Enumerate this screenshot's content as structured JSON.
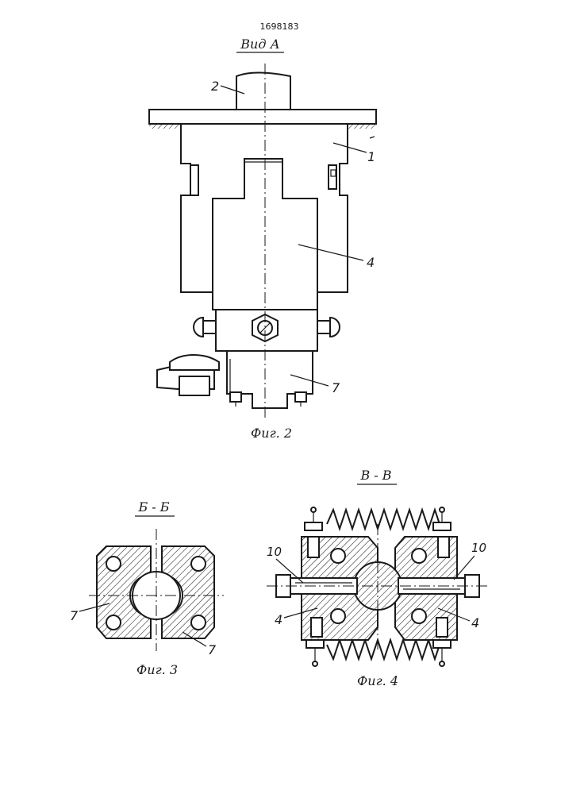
{
  "patent_number": "1698183",
  "figure_2": {
    "view_label": "Вид А",
    "caption": "Фиг. 2",
    "callouts": [
      "2",
      "1",
      "4",
      "7"
    ]
  },
  "figure_3": {
    "section_label": "Б - Б",
    "caption": "Фиг. 3",
    "callouts": [
      "7",
      "7"
    ]
  },
  "figure_4": {
    "section_label": "В - В",
    "caption": "Фиг. 4",
    "callouts": [
      "10",
      "10",
      "4",
      "4"
    ]
  }
}
